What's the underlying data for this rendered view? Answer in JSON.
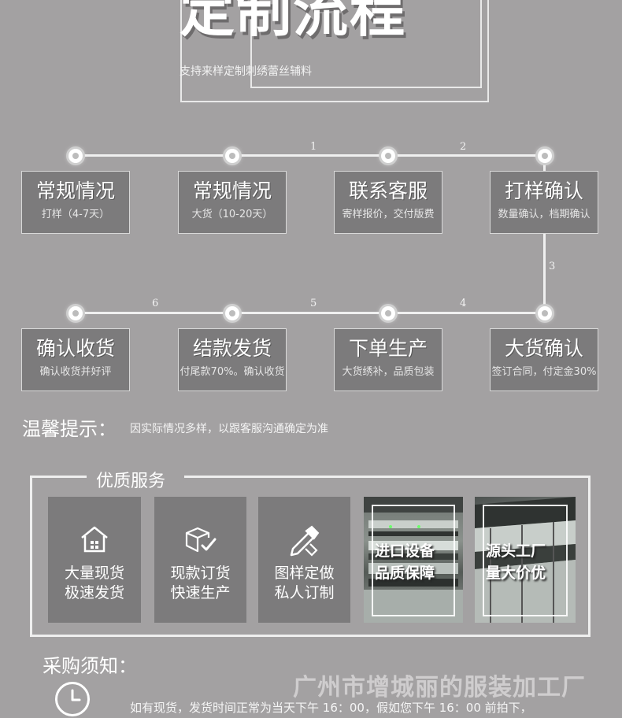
{
  "header": {
    "title": "定制流程",
    "subtitle": "支持来样定制刺绣蕾丝辅料"
  },
  "flow": {
    "step_numbers": [
      "1",
      "2",
      "3",
      "4",
      "5",
      "6"
    ],
    "row1": [
      {
        "title": "常规情况",
        "sub": "打样（4-7天）"
      },
      {
        "title": "常规情况",
        "sub": "大货（10-20天）"
      },
      {
        "title": "联系客服",
        "sub": "寄样报价，交付版费"
      },
      {
        "title": "打样确认",
        "sub": "数量确认，档期确认"
      }
    ],
    "row2": [
      {
        "title": "确认收货",
        "sub": "确认收货并好评"
      },
      {
        "title": "结款发货",
        "sub": "付尾款70%。确认收货"
      },
      {
        "title": "下单生产",
        "sub": "大货绣补，品质包装"
      },
      {
        "title": "大货确认",
        "sub": "签订合同，付定金30%"
      }
    ]
  },
  "tips": {
    "label": "温馨提示：",
    "text": "因实际情况多样，以跟客服沟通确定为准"
  },
  "service": {
    "title": "优质服务",
    "cards": [
      {
        "icon": "warehouse-icon",
        "line1": "大量现货",
        "line2": "极速发货"
      },
      {
        "icon": "box-check-icon",
        "line1": "现款订货",
        "line2": "快速生产"
      },
      {
        "icon": "pencil-ruler-icon",
        "line1": "图样定做",
        "line2": "私人订制"
      }
    ],
    "photos": [
      {
        "line1": "进口设备",
        "line2": "品质保障"
      },
      {
        "line1": "源头工厂",
        "line2": "量大价优"
      }
    ]
  },
  "purchase": {
    "label": "采购须知：",
    "factory": "广州市增城丽的服装加工厂",
    "text": "如有现货，发货时间正常为当天下午 16：00，假如您下午 16：00 前拍下，"
  },
  "colors": {
    "background": "#a3a1a2",
    "card": "#7c7b7c",
    "line": "#f0f0f0"
  }
}
